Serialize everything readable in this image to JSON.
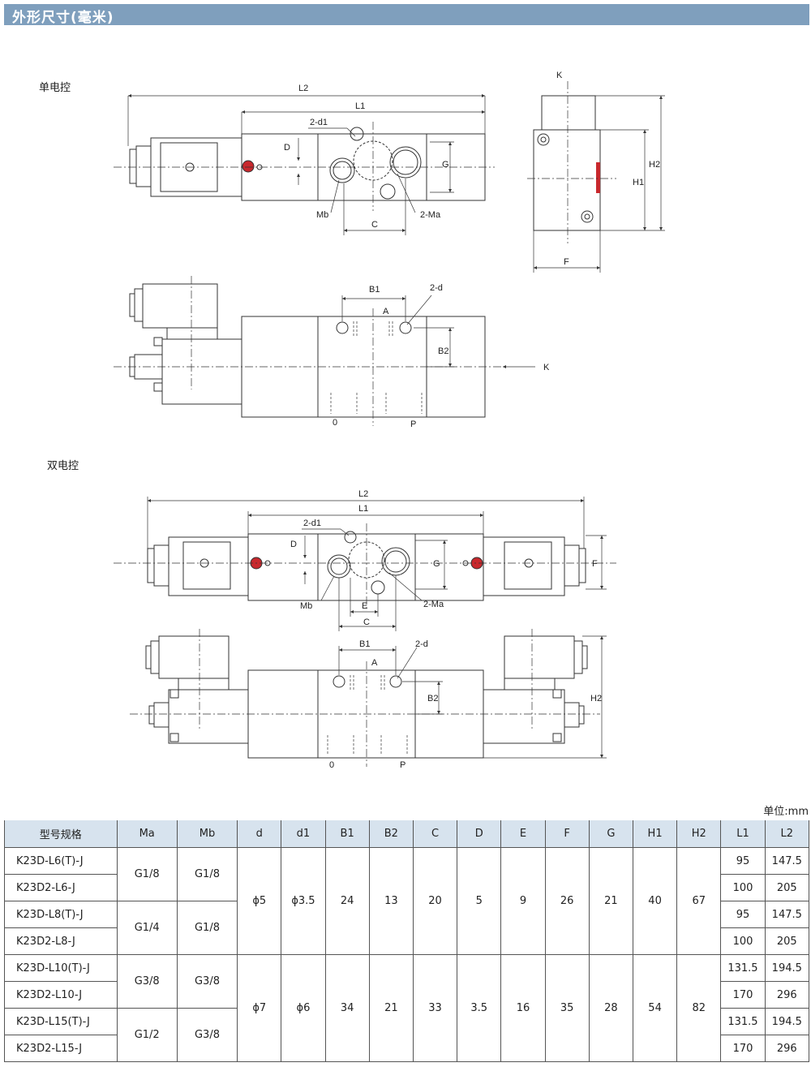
{
  "header": {
    "title": "外形尺寸(毫米)"
  },
  "sections": {
    "single": "单电控",
    "double": "双电控"
  },
  "labels": {
    "L2": "L2",
    "L1": "L1",
    "d1": "2-d1",
    "D": "D",
    "G": "G",
    "Mb": "Mb",
    "C": "C",
    "Ma": "2-Ma",
    "K": "K",
    "H1": "H1",
    "H2": "H2",
    "F": "F",
    "B1": "B1",
    "d": "2-d",
    "A": "A",
    "B2": "B2",
    "zero": "0",
    "P": "P",
    "E": "E"
  },
  "unit": "单位:mm",
  "table": {
    "headers": [
      "型号规格",
      "Ma",
      "Mb",
      "d",
      "d1",
      "B1",
      "B2",
      "C",
      "D",
      "E",
      "F",
      "G",
      "H1",
      "H2",
      "L1",
      "L2"
    ],
    "rows": [
      {
        "model": "K23D-L6(T)-J",
        "L1": "95",
        "L2": "147.5"
      },
      {
        "model": "K23D2-L6-J",
        "L1": "100",
        "L2": "205"
      },
      {
        "model": "K23D-L8(T)-J",
        "L1": "95",
        "L2": "147.5"
      },
      {
        "model": "K23D2-L8-J",
        "L1": "100",
        "L2": "205"
      },
      {
        "model": "K23D-L10(T)-J",
        "L1": "131.5",
        "L2": "194.5"
      },
      {
        "model": "K23D2-L10-J",
        "L1": "170",
        "L2": "296"
      },
      {
        "model": "K23D-L15(T)-J",
        "L1": "131.5",
        "L2": "194.5"
      },
      {
        "model": "K23D2-L15-J",
        "L1": "170",
        "L2": "296"
      }
    ],
    "pairs": [
      {
        "Ma": "G1/8",
        "Mb": "G1/8"
      },
      {
        "Ma": "G1/4",
        "Mb": "G1/8"
      },
      {
        "Ma": "G3/8",
        "Mb": "G3/8"
      },
      {
        "Ma": "G1/2",
        "Mb": "G3/8"
      }
    ],
    "groups": [
      {
        "d": "ϕ5",
        "d1": "ϕ3.5",
        "B1": "24",
        "B2": "13",
        "C": "20",
        "D": "5",
        "E": "9",
        "F": "26",
        "G": "21",
        "H1": "40",
        "H2": "67"
      },
      {
        "d": "ϕ7",
        "d1": "ϕ6",
        "B1": "34",
        "B2": "21",
        "C": "33",
        "D": "3.5",
        "E": "16",
        "F": "35",
        "G": "28",
        "H1": "54",
        "H2": "82"
      }
    ]
  },
  "colors": {
    "header_bg": "#7f9fbd",
    "table_header_bg": "#d7e3ee",
    "red_mark": "#c8282d"
  }
}
